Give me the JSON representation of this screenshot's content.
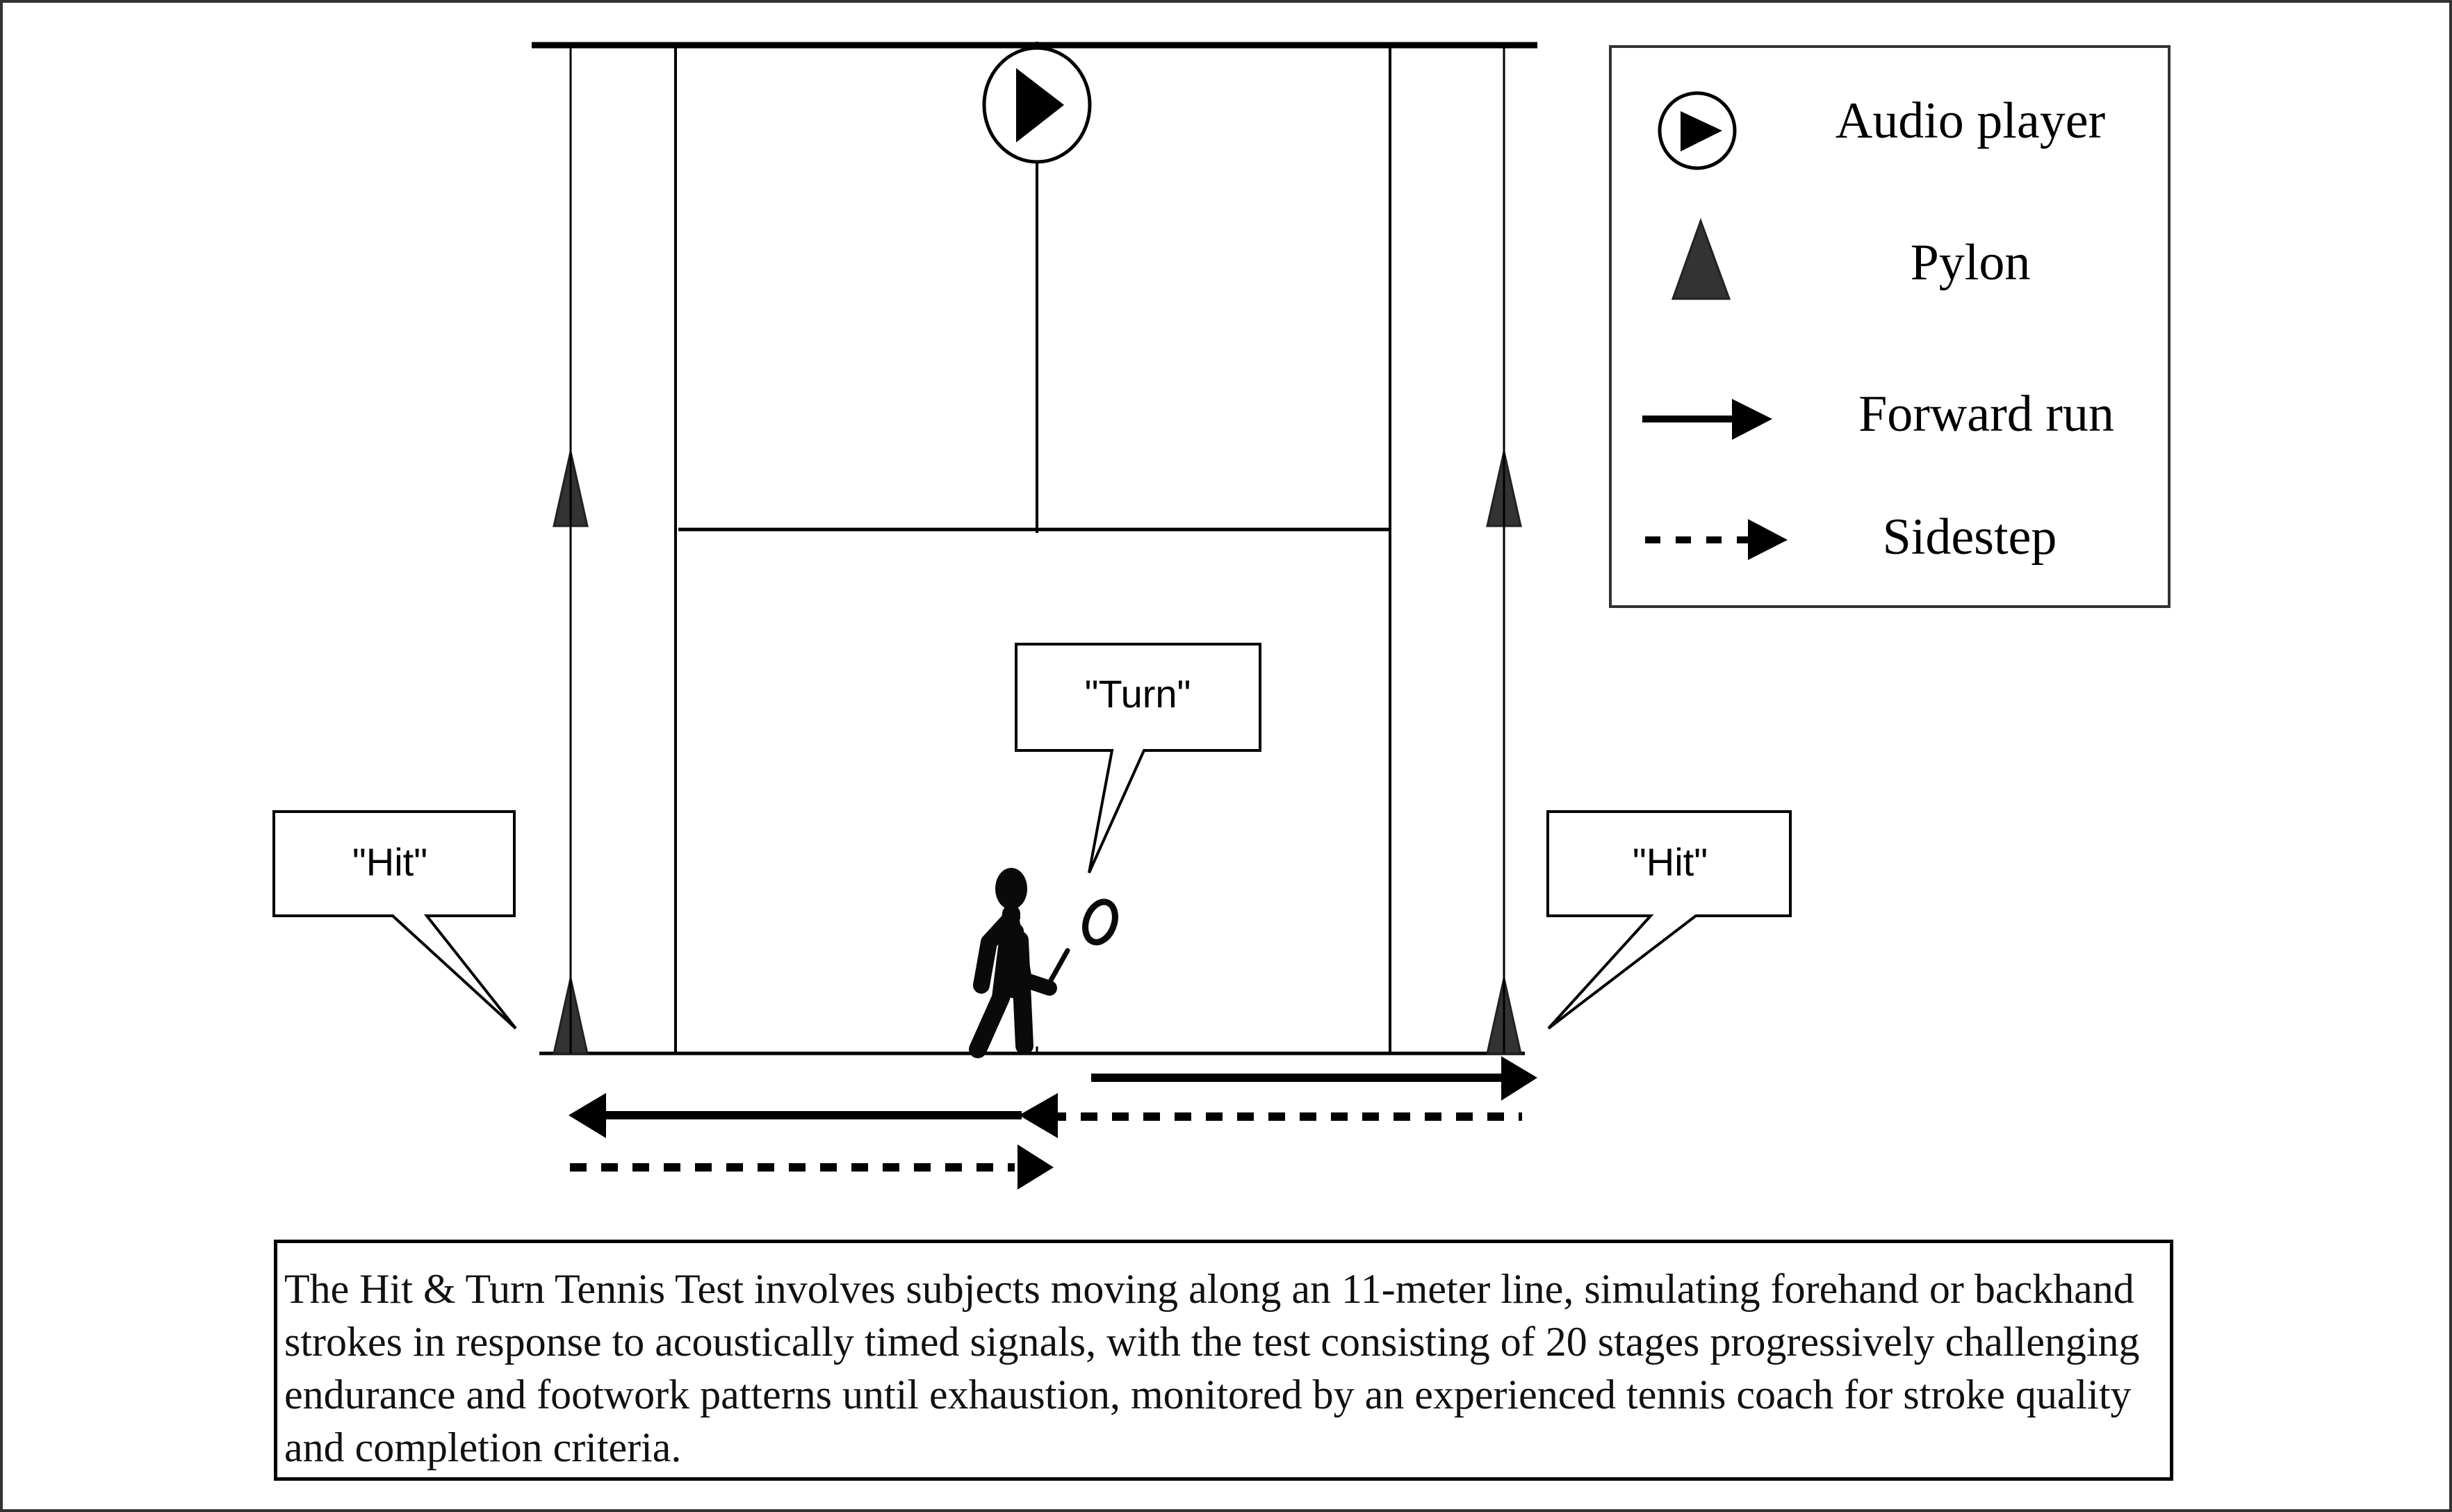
{
  "figure": {
    "title": "Hit & Turn Tennis Test layout",
    "speech_bubbles": {
      "turn": "\"Turn\"",
      "hit_left": "\"Hit\"",
      "hit_right": "\"Hit\""
    },
    "legend": {
      "items": [
        {
          "icon": "audio-player-icon",
          "label": "Audio player"
        },
        {
          "icon": "pylon-icon",
          "label": "Pylon"
        },
        {
          "icon": "solid-arrow-icon",
          "label": "Forward run"
        },
        {
          "icon": "dashed-arrow-icon",
          "label": "Sidestep"
        }
      ]
    },
    "description": "The Hit & Turn Tennis Test involves subjects moving along an 11-meter line, simulating forehand or backhand strokes in response to acoustically timed signals, with the test consisting of 20 stages progressively challenging endurance and footwork patterns until exhaustion, monitored by an experienced tennis coach for stroke quality and completion criteria.",
    "colors": {
      "line": "#000000",
      "pylon": "#333333",
      "frame": "#333333"
    }
  }
}
